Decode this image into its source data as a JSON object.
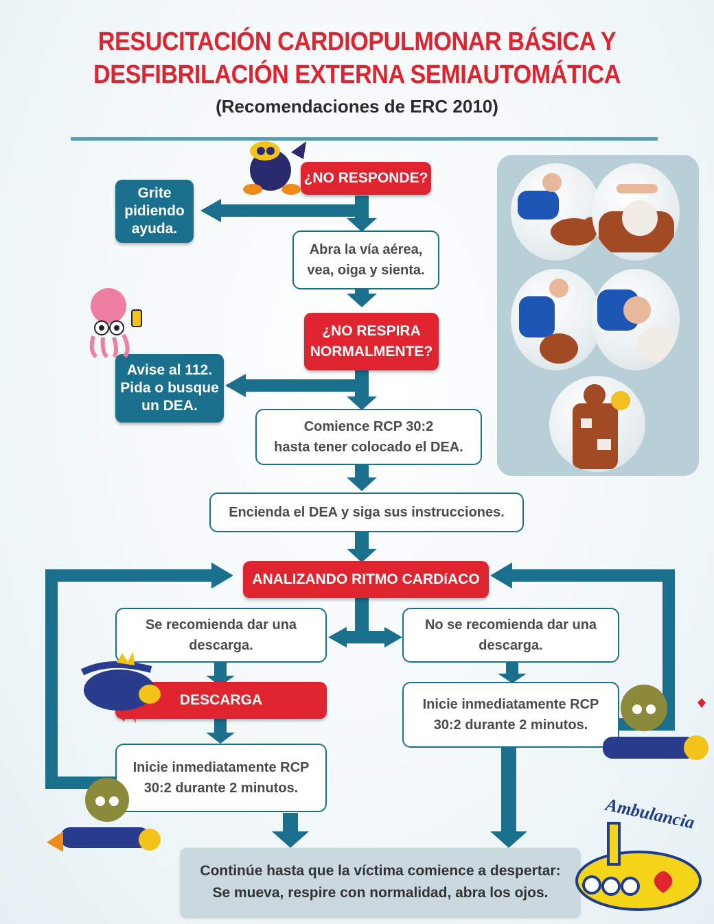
{
  "header": {
    "title_line1": "RESUCITACIÓN CARDIOPULMONAR BÁSICA Y",
    "title_line2": "DESFIBRILACIÓN EXTERNA SEMIAUTOMÁTICA",
    "subtitle": "(Recomendaciones de ERC 2010)"
  },
  "steps": {
    "no_responde": "¿NO RESPONDE?",
    "grite": [
      "Grite",
      "pidiendo",
      "ayuda."
    ],
    "abra": [
      "Abra la vía aérea,",
      "vea, oiga y sienta."
    ],
    "no_respira": [
      "¿NO RESPIRA",
      "NORMALMENTE?"
    ],
    "avise": [
      "Avise al 112.",
      "Pida o busque",
      "un DEA."
    ],
    "comience": [
      "Comience RCP 30:2",
      "hasta tener colocado el DEA."
    ],
    "encienda": "Encienda el DEA y siga sus instrucciones.",
    "analizando": "ANALIZANDO RITMO CARDíACO",
    "se_recomienda": [
      "Se recomienda dar una",
      "descarga."
    ],
    "no_se_recomienda": [
      "No se recomienda dar una",
      "descarga."
    ],
    "descarga": "DESCARGA",
    "inicie_left": [
      "Inicie inmediatamente RCP",
      "30:2 durante 2 minutos."
    ],
    "inicie_right": [
      "Inicie inmediatamente RCP",
      "30:2 durante 2 minutos."
    ],
    "continue": [
      "Continúe hasta que la víctima comience a despertar:",
      "Se mueva, respire con normalidad, abra los ojos."
    ]
  },
  "decor": {
    "ambulancia_text": "Ambulancia"
  },
  "colors": {
    "red": "#e0242f",
    "teal": "#1a6f8c",
    "arrow": "#1a6f8c",
    "panel": "#b9cfd7"
  }
}
